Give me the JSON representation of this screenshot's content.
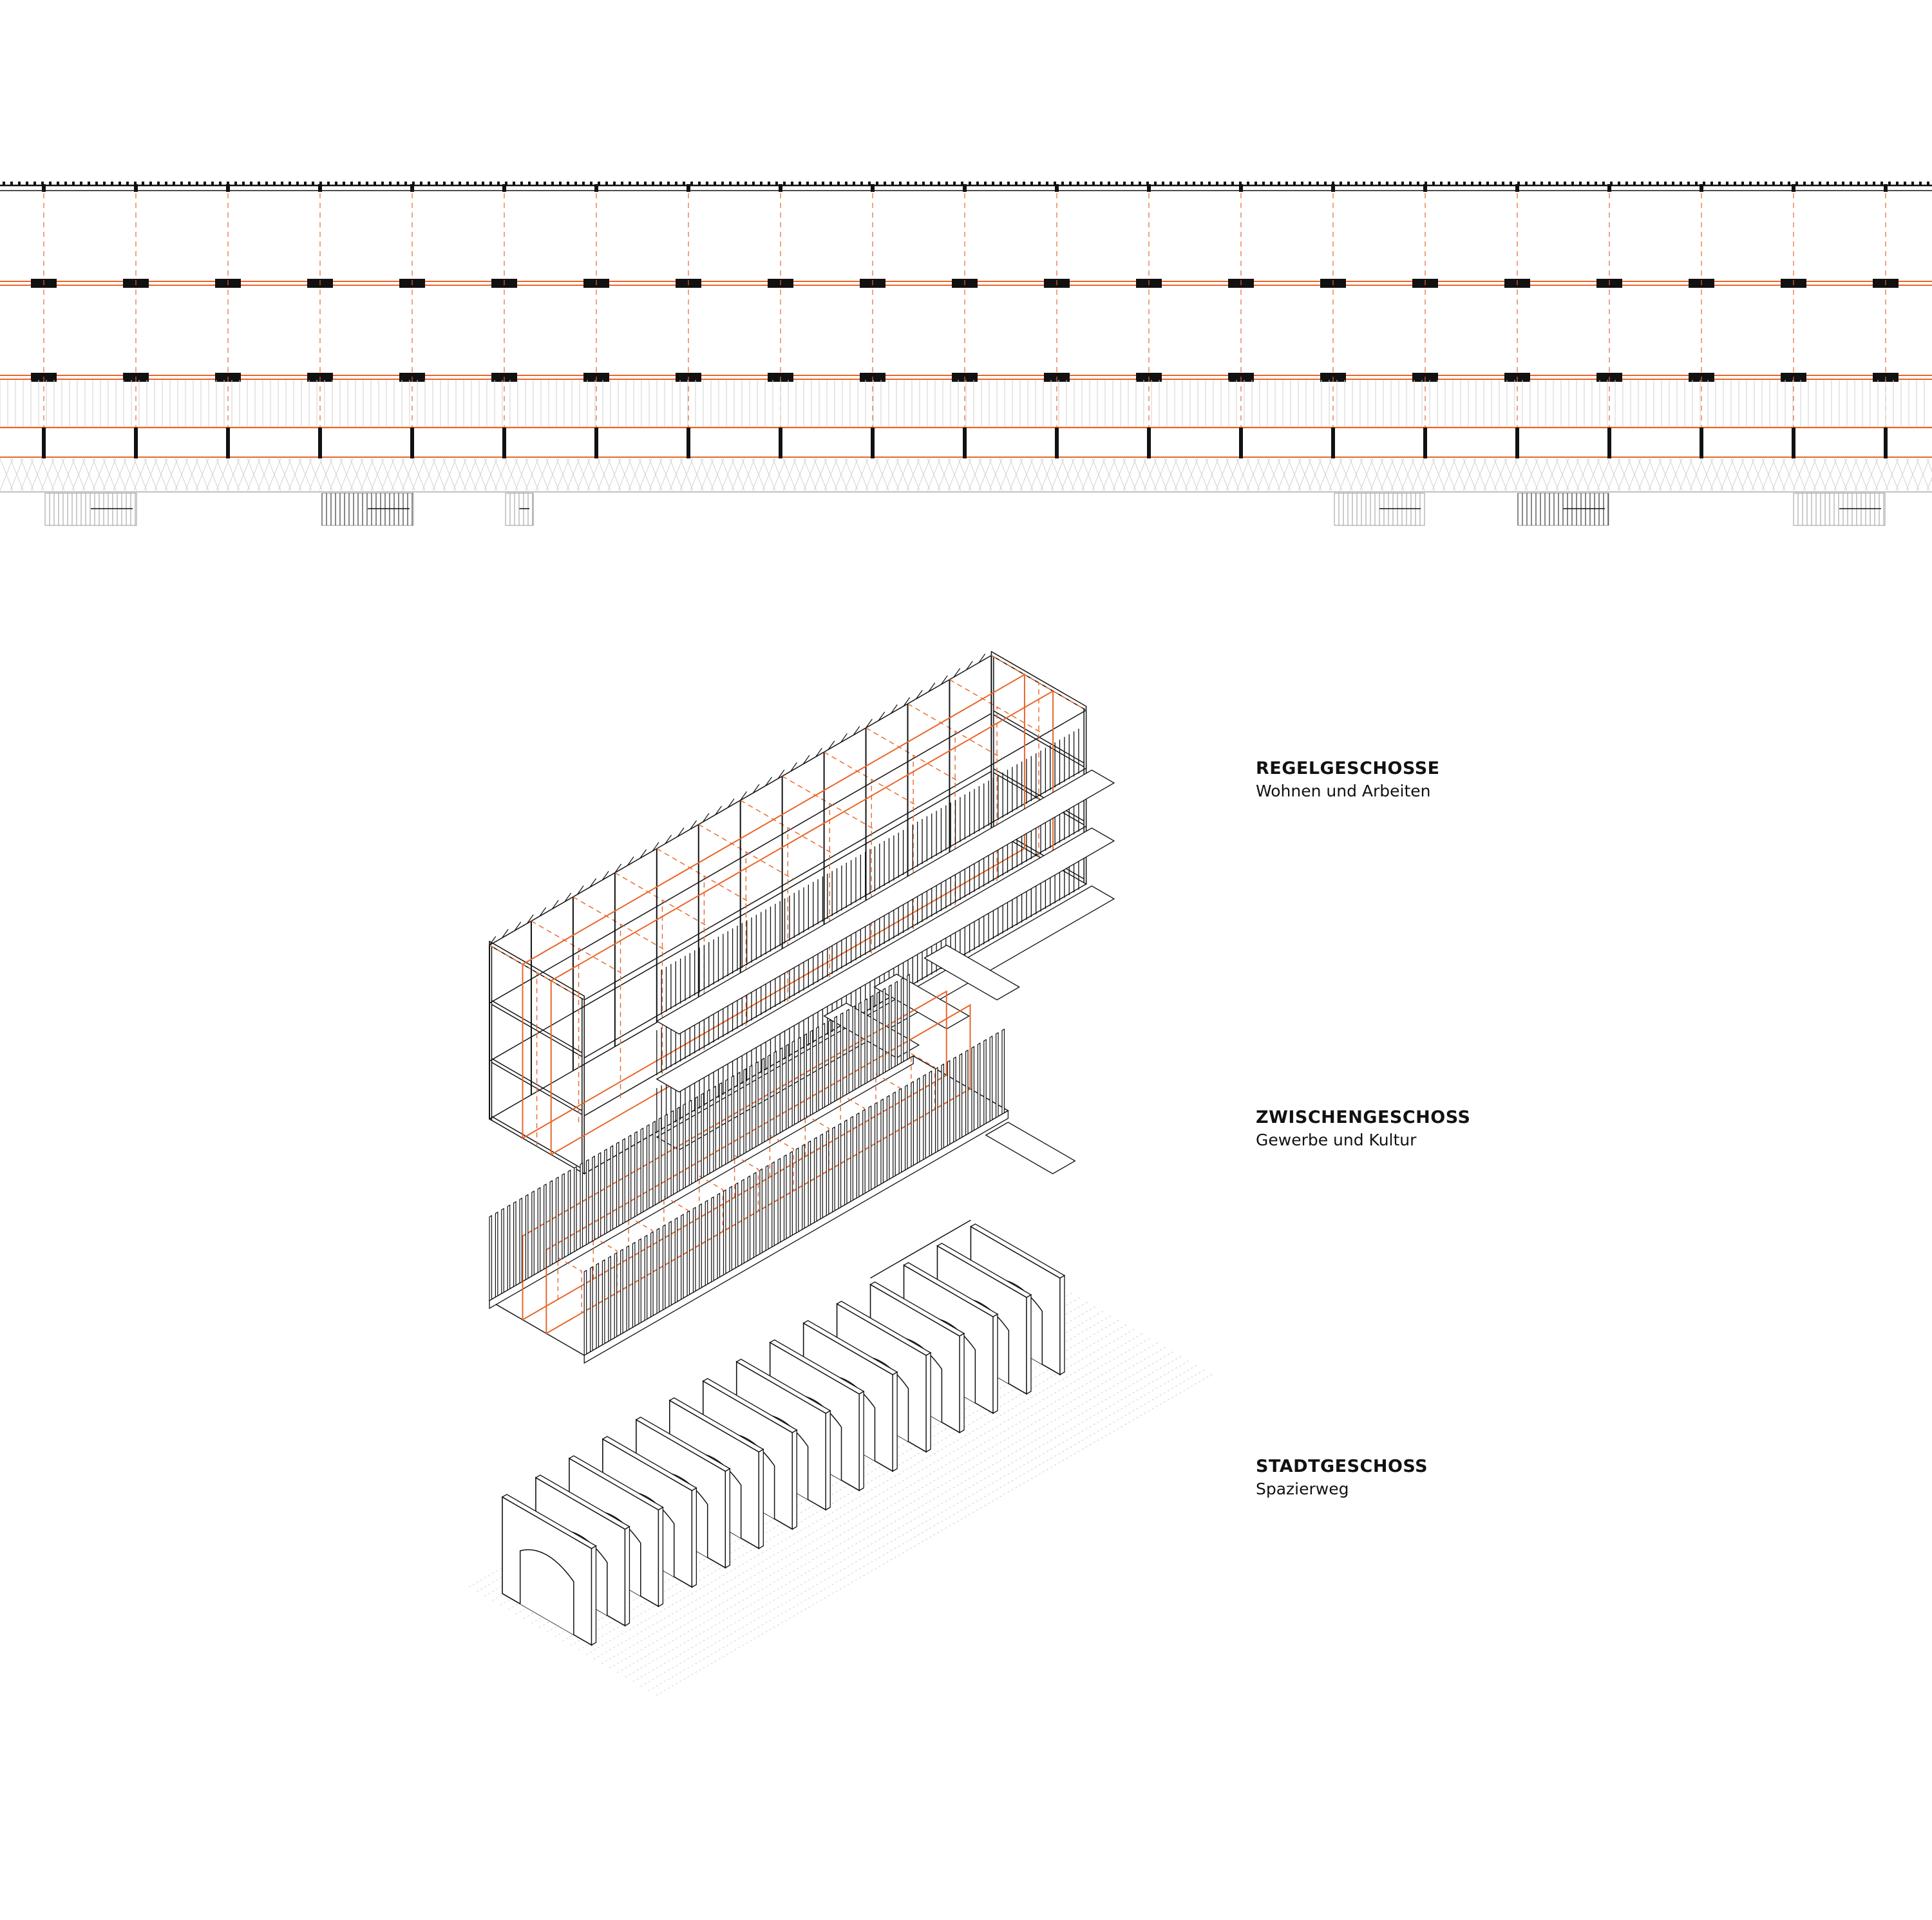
{
  "palette": {
    "accent": "#e8662a",
    "line": "#111111",
    "grey": "#9a9a9a",
    "light": "#d0d0d0"
  },
  "sections": [
    {
      "title": "REGELGESCHOSSE",
      "subtitle": "Wohnen und Arbeiten"
    },
    {
      "title": "ZWISCHENGESCHOSS",
      "subtitle": "Gewerbe und Kultur"
    },
    {
      "title": "STADTGESCHOSS",
      "subtitle": "Spazierweg"
    }
  ],
  "drawing": {
    "bays": 21,
    "arches": 15,
    "storeys": 3,
    "stairs": 6
  }
}
